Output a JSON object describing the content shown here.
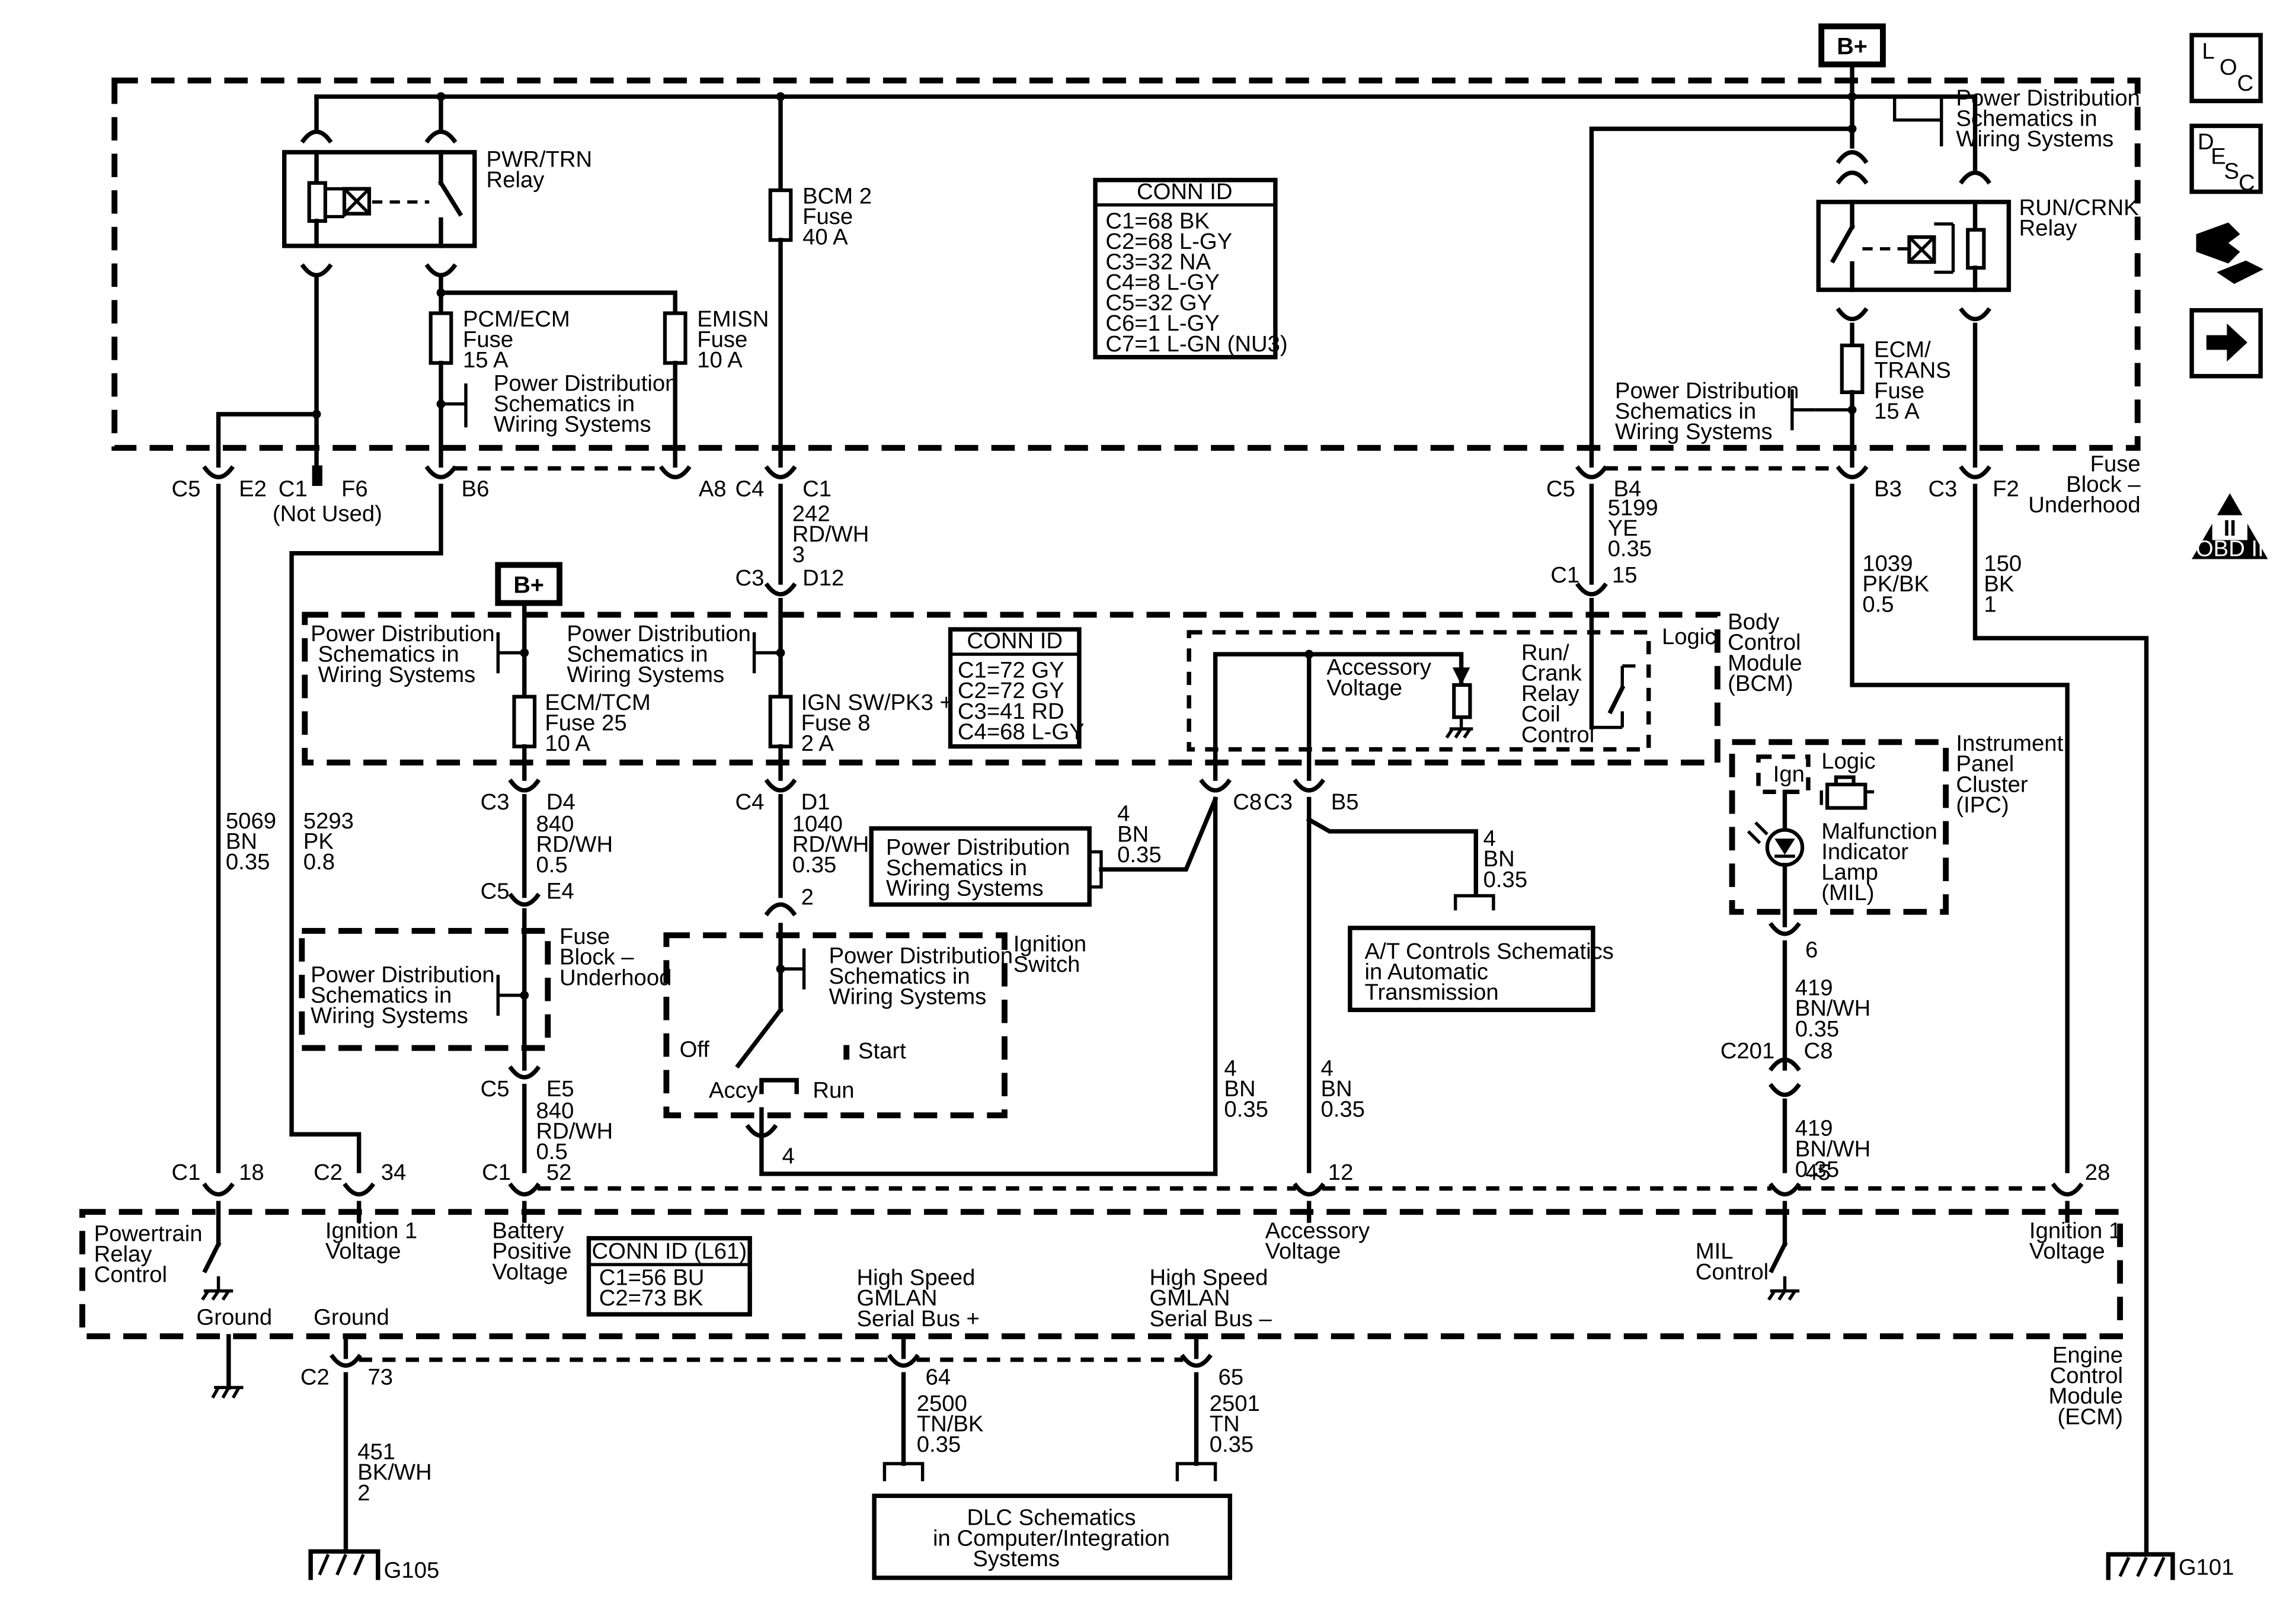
{
  "page": {
    "title": "Engine Control Module (ECM) wiring schematic"
  },
  "source": {
    "battery": "B+"
  },
  "labels": {
    "pwrtrn": [
      "PWR/TRN",
      "Relay"
    ],
    "runcrnk": [
      "RUN/CRNK",
      "Relay"
    ],
    "bcm2": [
      "BCM 2",
      "Fuse",
      "40 A"
    ],
    "pcmecm": [
      "PCM/ECM",
      "Fuse",
      "15 A"
    ],
    "emisn": [
      "EMISN",
      "Fuse",
      "10 A"
    ],
    "ecmtrans": [
      "ECM/",
      "TRANS",
      "Fuse",
      "15 A"
    ],
    "pd": [
      "Power Distribution",
      "Schematics in",
      "Wiring Systems"
    ],
    "fuseblock": [
      "Fuse",
      "Block –",
      "Underhood"
    ],
    "fuseblock2": [
      "Fuse",
      "Block –",
      "Underhood"
    ],
    "bcm": [
      "Body",
      "Control",
      "Module",
      "(BCM)"
    ],
    "ecmtcm": [
      "ECM/TCM",
      "Fuse 25",
      "10 A"
    ],
    "ignsw": [
      "IGN SW/PK3 +",
      "Fuse 8",
      "2 A"
    ],
    "logic": "Logic",
    "accvolt": [
      "Accessory",
      "Voltage"
    ],
    "runcrank": [
      "Run/",
      "Crank",
      "Relay",
      "Coil",
      "Control"
    ],
    "ipc": [
      "Instrument",
      "Panel",
      "Cluster",
      "(IPC)"
    ],
    "ign": "Ign",
    "mil": [
      "Malfunction",
      "Indicator",
      "Lamp",
      "(MIL)"
    ],
    "ignswitch": [
      "Ignition",
      "Switch"
    ],
    "off": "Off",
    "start": "Start",
    "accy": "Accy",
    "run": "Run",
    "at": [
      "A/T Controls Schematics",
      "in Automatic",
      "Transmission"
    ],
    "dlc": [
      "DLC Schematics",
      "in Computer/Integration",
      "Systems"
    ],
    "ecm": [
      "Engine",
      "Control",
      "Module",
      "(ECM)"
    ],
    "ecm_in": {
      "prc": [
        "Powertrain",
        "Relay",
        "Control"
      ],
      "ign1": [
        "Ignition 1",
        "Voltage"
      ],
      "batt": [
        "Battery",
        "Positive",
        "Voltage"
      ],
      "acc": [
        "Accessory",
        "Voltage"
      ],
      "mil": [
        "MIL",
        "Control"
      ],
      "ign1b": [
        "Ignition 1",
        "Voltage"
      ],
      "ground1": "Ground",
      "ground2": "Ground",
      "gmlanp": [
        "High Speed",
        "GMLAN",
        "Serial Bus +"
      ],
      "gmlann": [
        "High Speed",
        "GMLAN",
        "Serial Bus –"
      ]
    },
    "g105": "G105",
    "g101": "G101"
  },
  "conn_ids": {
    "top": {
      "title": "CONN ID",
      "rows": [
        "C1=68 BK",
        "C2=68 L-GY",
        "C3=32 NA",
        "C4=8 L-GY",
        "C5=32 GY",
        "C6=1 L-GY",
        "C7=1 L-GN (NU3)"
      ]
    },
    "bcm": {
      "title": "CONN ID",
      "rows": [
        "C1=72 GY",
        "C2=72 GY",
        "C3=41 RD",
        "C4=68 L-GY"
      ]
    },
    "ecm": {
      "title": "CONN ID (L61)",
      "rows": [
        "C1=56 BU",
        "C2=73 BK"
      ]
    }
  },
  "connectors": {
    "c5e2": [
      "C5",
      "E2"
    ],
    "c1f6": [
      "C1",
      "F6"
    ],
    "notused": "(Not Used)",
    "b6": "B6",
    "a8": "A8",
    "c4c1": [
      "C4",
      "C1"
    ],
    "c5b4": [
      "C5",
      "B4"
    ],
    "b3": "B3",
    "c3f2": [
      "C3",
      "F2"
    ],
    "c3d12": [
      "C3",
      "D12"
    ],
    "c1_15": [
      "C1",
      "15"
    ],
    "c3d4": [
      "C3",
      "D4"
    ],
    "c5e4": [
      "C5",
      "E4"
    ],
    "c5e5": [
      "C5",
      "E5"
    ],
    "c4d1": [
      "C4",
      "D1"
    ],
    "p2": "2",
    "p4": "4",
    "c8c3": [
      "C8",
      "C3"
    ],
    "b5": "B5",
    "p6": "6",
    "c201c8": [
      "C201",
      "C8"
    ],
    "ecm_pins": [
      "C1",
      "18",
      "C2",
      "34",
      "C1",
      "52",
      "12",
      "45",
      "28"
    ],
    "c2_73": [
      "C2",
      "73"
    ],
    "p64": "64",
    "p65": "65"
  },
  "wires": {
    "w242": [
      "242",
      "RD/WH",
      "3"
    ],
    "w5199": [
      "5199",
      "YE",
      "0.35"
    ],
    "w1039": [
      "1039",
      "PK/BK",
      "0.5"
    ],
    "w150": [
      "150",
      "BK",
      "1"
    ],
    "w5069": [
      "5069",
      "BN",
      "0.35"
    ],
    "w5293": [
      "5293",
      "PK",
      "0.8"
    ],
    "w840a": [
      "840",
      "RD/WH",
      "0.5"
    ],
    "w840b": [
      "840",
      "RD/WH",
      "0.5"
    ],
    "w1040": [
      "1040",
      "RD/WH",
      "0.35"
    ],
    "w4bna": [
      "4",
      "BN",
      "0.35"
    ],
    "w4bnb": [
      "4",
      "BN",
      "0.35"
    ],
    "w4bnc": [
      "4",
      "BN",
      "0.35"
    ],
    "w4bnd": [
      "4",
      "BN",
      "0.35"
    ],
    "w419a": [
      "419",
      "BN/WH",
      "0.35"
    ],
    "w419b": [
      "419",
      "BN/WH",
      "0.35"
    ],
    "w451": [
      "451",
      "BK/WH",
      "2"
    ],
    "w2500": [
      "2500",
      "TN/BK",
      "0.35"
    ],
    "w2501": [
      "2501",
      "TN",
      "0.35"
    ]
  },
  "sidebar": {
    "loc": [
      "L",
      "O",
      "C"
    ],
    "desc": [
      "D",
      "E",
      "S",
      "C"
    ],
    "obd": "OBD II",
    "obd_num": "II"
  },
  "icons": [
    "loc-icon",
    "desc-icon",
    "connector-icon",
    "next-arrow-icon",
    "obd-ii-icon"
  ]
}
